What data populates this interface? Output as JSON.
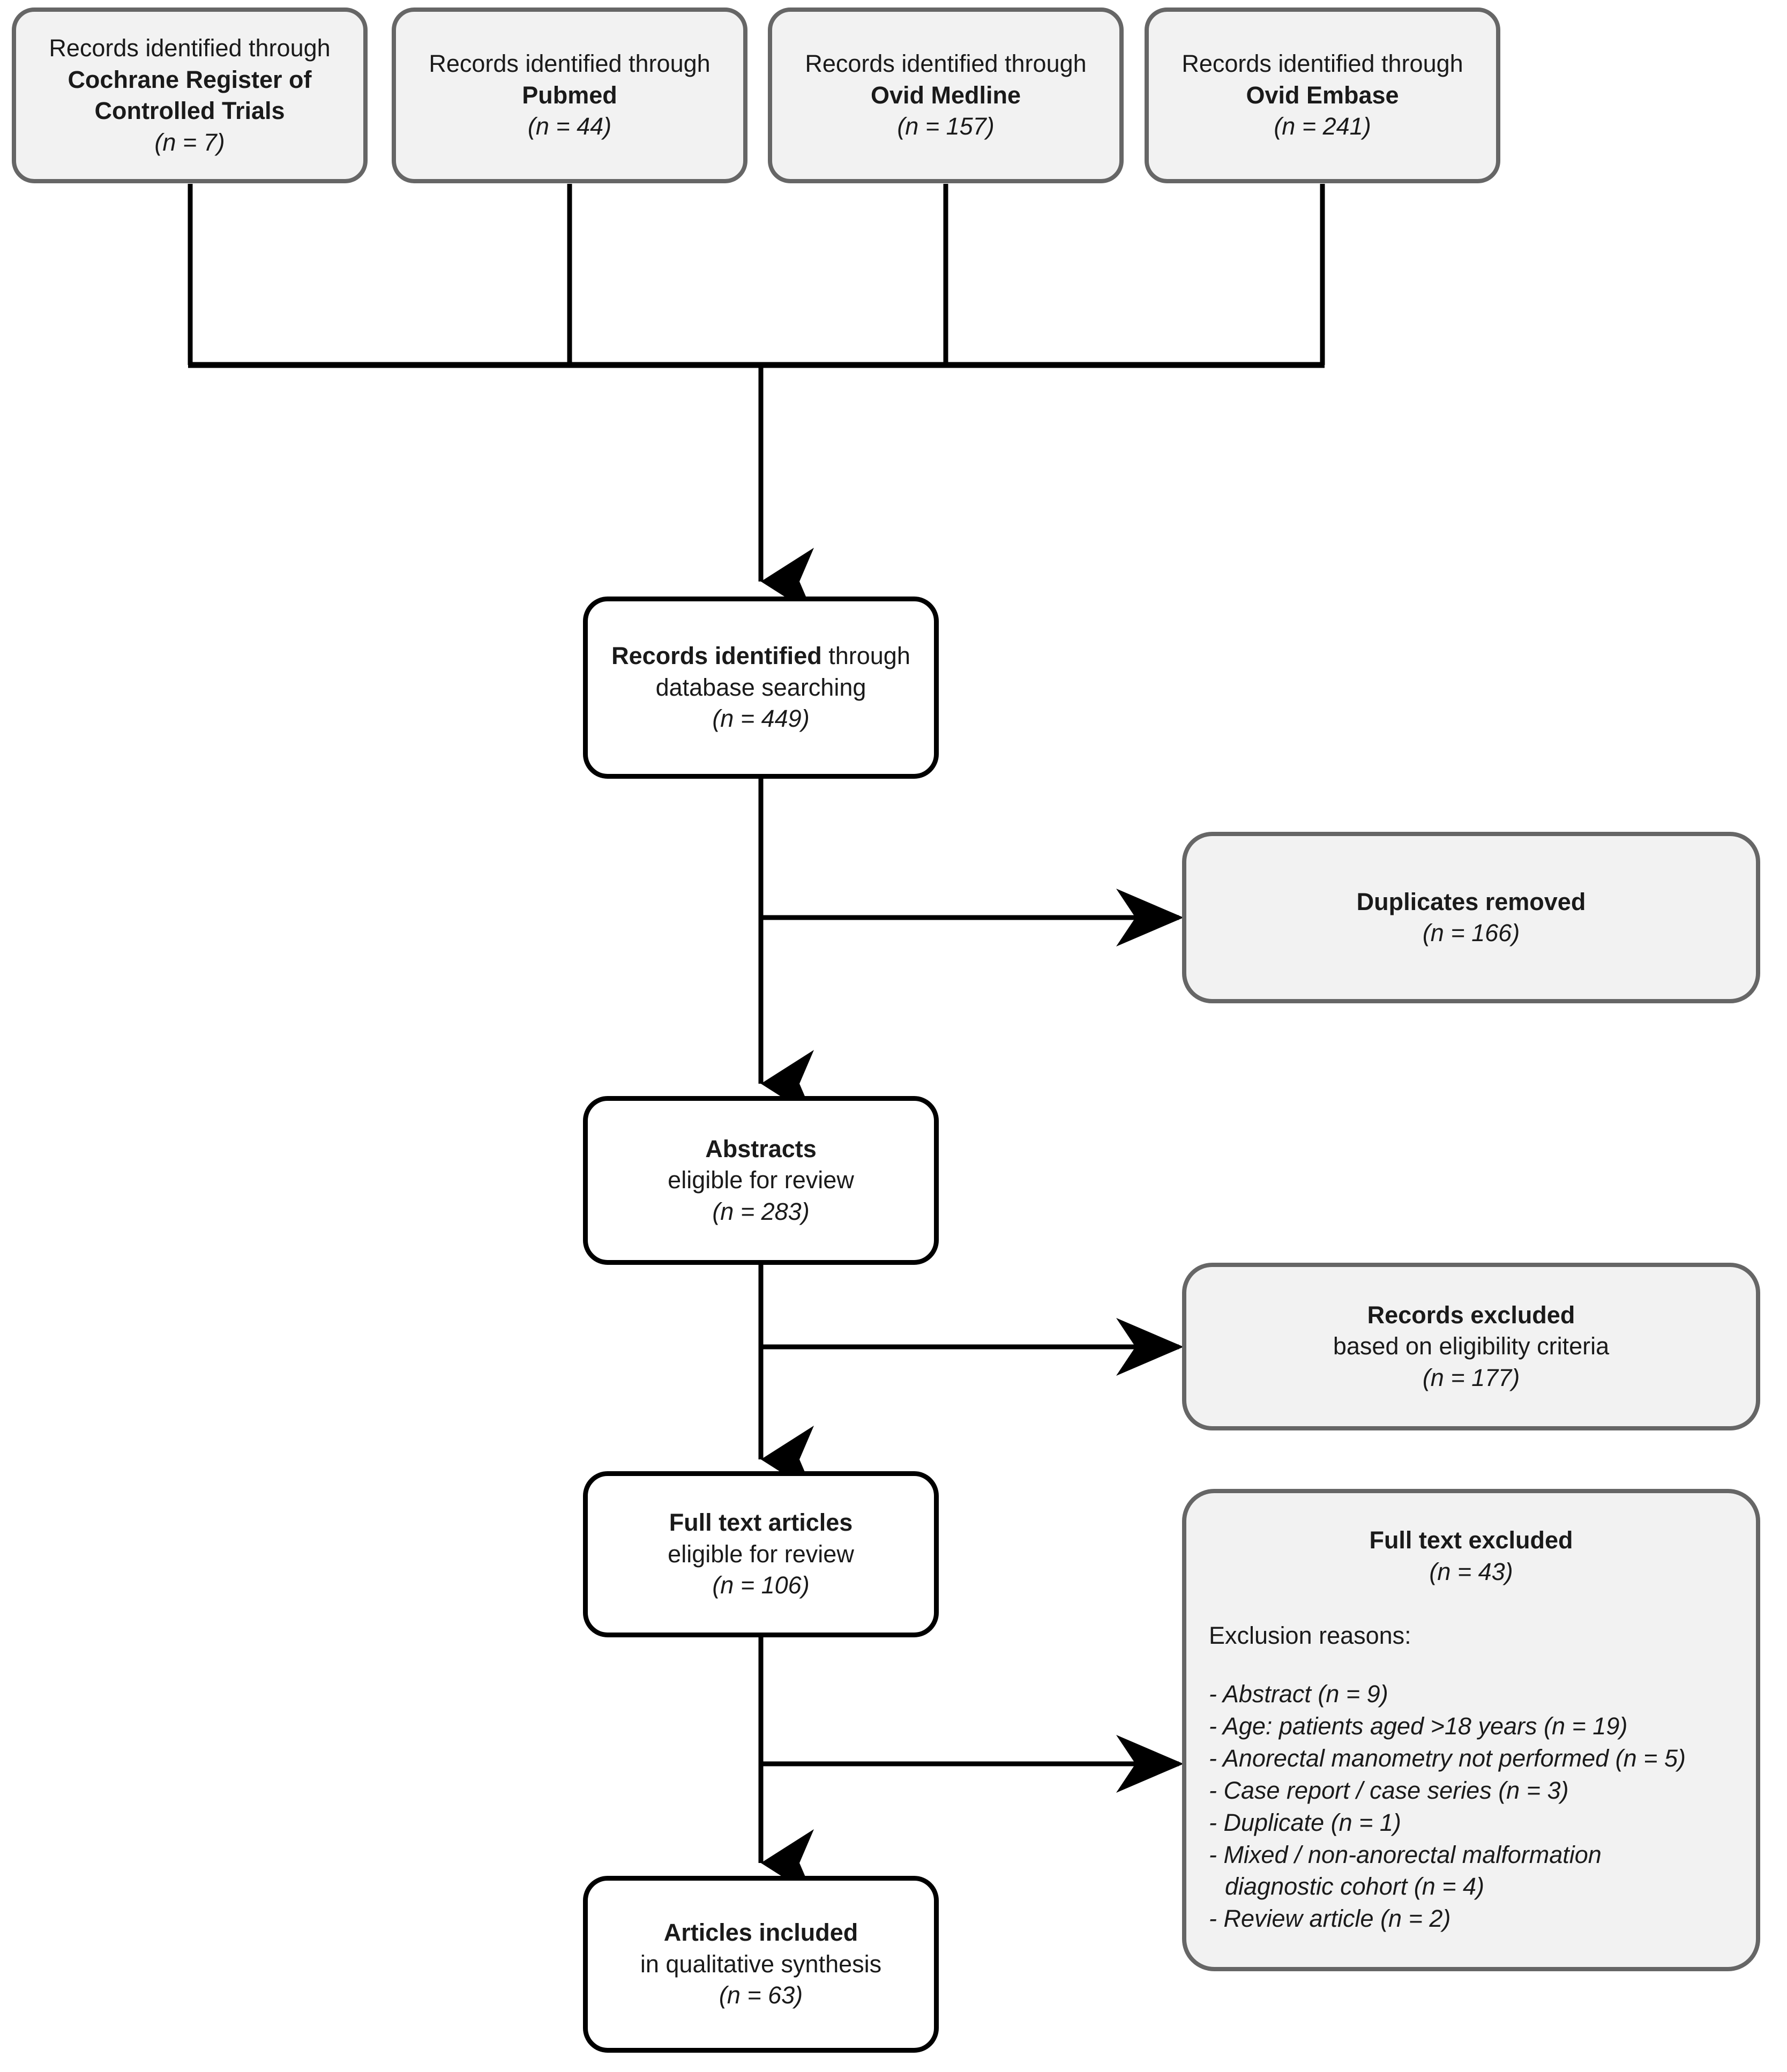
{
  "diagram": {
    "type": "prisma-flow-diagram",
    "title": "PRISMA study selection flow diagram",
    "colors": {
      "page_background": "#FFFFFF",
      "source_box_fill": "#F2F2F2",
      "source_box_border": "#666666",
      "main_box_fill": "#FFFFFF",
      "main_box_border": "#000000",
      "side_box_fill": "#F2F2F2",
      "side_box_border": "#666666",
      "connector": "#000000",
      "text": "#1A1A1A"
    }
  },
  "sources": [
    {
      "id": "cochrane",
      "line1": "Records identified through",
      "line2": "Cochrane Register of",
      "line3": "Controlled Trials",
      "count_label": "(n = 7)",
      "n": 7
    },
    {
      "id": "pubmed",
      "line1": "Records identified through",
      "line2": "Pubmed",
      "line3": "",
      "count_label": "(n = 44)",
      "n": 44
    },
    {
      "id": "ovid-medline",
      "line1": "Records identified through",
      "line2": "Ovid Medline",
      "line3": "",
      "count_label": "(n = 157)",
      "n": 157
    },
    {
      "id": "ovid-embase",
      "line1": "Records identified through",
      "line2": "Ovid Embase",
      "line3": "",
      "count_label": "(n = 241)",
      "n": 241
    }
  ],
  "main_stages": [
    {
      "id": "records-identified",
      "bold_text": "Records identified",
      "rest_text": " through",
      "line2": "database searching",
      "count_label": "(n = 449)",
      "n": 449
    },
    {
      "id": "abstracts-eligible",
      "bold_text": "Abstracts",
      "rest_text": "",
      "line2": "eligible for review",
      "count_label": "(n = 283)",
      "n": 283
    },
    {
      "id": "full-text-eligible",
      "bold_text": "Full text articles",
      "rest_text": "",
      "line2": "eligible for review",
      "count_label": "(n = 106)",
      "n": 106
    },
    {
      "id": "articles-included",
      "bold_text": "Articles included",
      "rest_text": "",
      "line2": "in qualitative synthesis",
      "count_label": "(n = 63)",
      "n": 63
    }
  ],
  "exclusions": [
    {
      "id": "duplicates-removed",
      "heading": "Duplicates removed",
      "line2": "",
      "count_label": "(n = 166)",
      "n": 166
    },
    {
      "id": "records-excluded",
      "heading": "Records excluded",
      "line2": "based on eligibility criteria",
      "count_label": "(n = 177)",
      "n": 177
    }
  ],
  "full_text_excluded": {
    "id": "full-text-excluded",
    "heading": "Full text excluded",
    "count_label": "(n = 43)",
    "n": 43,
    "reasons_label": "Exclusion reasons:",
    "reasons": [
      {
        "text": "- Abstract (n = 9)",
        "n": 9,
        "continuation": ""
      },
      {
        "text": "- Age: patients aged >18 years (n = 19)",
        "n": 19,
        "continuation": ""
      },
      {
        "text": "- Anorectal manometry not performed (n = 5)",
        "n": 5,
        "continuation": ""
      },
      {
        "text": "- Case report / case series (n = 3)",
        "n": 3,
        "continuation": ""
      },
      {
        "text": "- Duplicate (n = 1)",
        "n": 1,
        "continuation": ""
      },
      {
        "text": "- Mixed / non-anorectal malformation",
        "n": 4,
        "continuation": "diagnostic cohort (n = 4)"
      },
      {
        "text": "- Review article (n = 2)",
        "n": 2,
        "continuation": ""
      }
    ]
  }
}
